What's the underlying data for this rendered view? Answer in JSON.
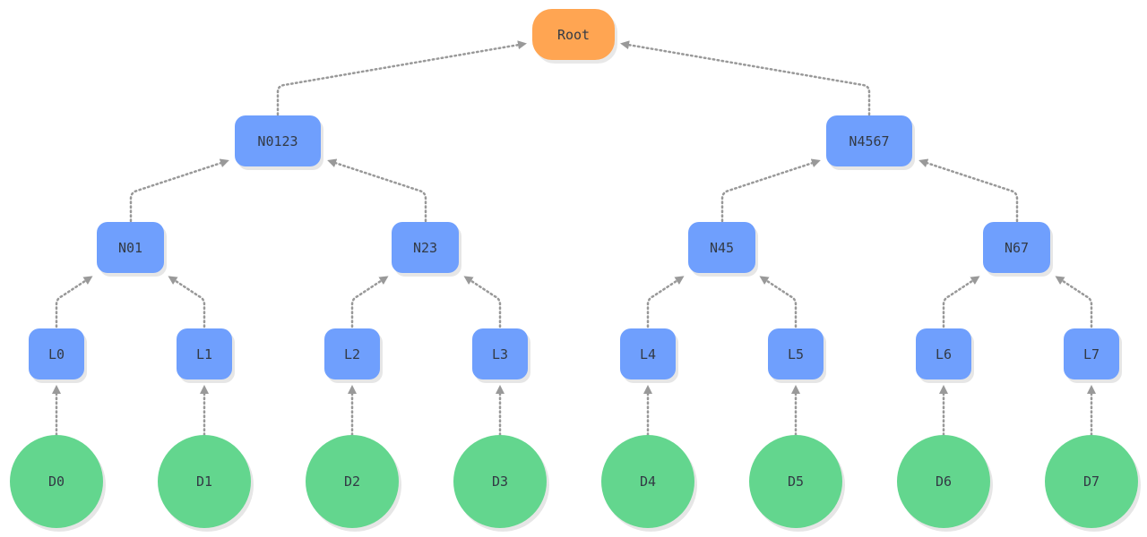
{
  "tree": {
    "root": {
      "label": "Root",
      "color": "#ffa552"
    },
    "level1": [
      {
        "label": "N0123"
      },
      {
        "label": "N4567"
      }
    ],
    "level2": [
      {
        "label": "N01"
      },
      {
        "label": "N23"
      },
      {
        "label": "N45"
      },
      {
        "label": "N67"
      }
    ],
    "leaves": [
      {
        "label": "L0"
      },
      {
        "label": "L1"
      },
      {
        "label": "L2"
      },
      {
        "label": "L3"
      },
      {
        "label": "L4"
      },
      {
        "label": "L5"
      },
      {
        "label": "L6"
      },
      {
        "label": "L7"
      }
    ],
    "data_blocks": [
      {
        "label": "D0"
      },
      {
        "label": "D1"
      },
      {
        "label": "D2"
      },
      {
        "label": "D3"
      },
      {
        "label": "D4"
      },
      {
        "label": "D5"
      },
      {
        "label": "D6"
      },
      {
        "label": "D7"
      }
    ],
    "colors": {
      "hash_node": "#6f9ffd",
      "data_block": "#63d68e",
      "edge": "#999999"
    }
  }
}
